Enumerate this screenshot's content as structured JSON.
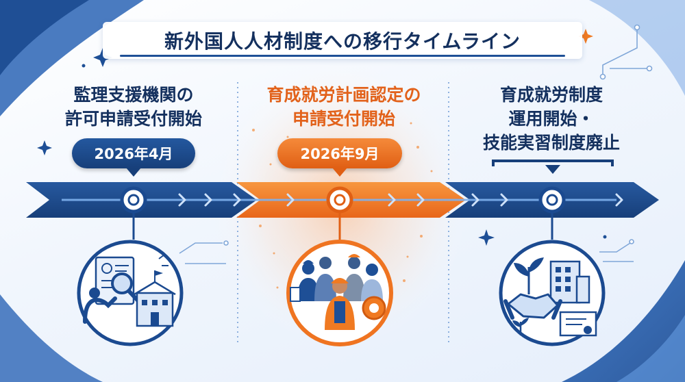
{
  "title": "新外国人人材制度への移行タイムライン",
  "milestones": [
    {
      "heading_lines": [
        "監理支援機関の",
        "許可申請受付開始"
      ],
      "date": "2026年4月",
      "icon": "document-magnifier-building-icon"
    },
    {
      "heading_lines": [
        "育成就労計画認定の",
        "申請受付開始"
      ],
      "date": "2026年9月",
      "icon": "workers-group-award-icon"
    },
    {
      "heading_lines": [
        "育成就労制度",
        "運用開始・",
        "技能実習制度廃止"
      ],
      "date": "",
      "icon": "handshake-growth-certificate-icon"
    }
  ],
  "colors": {
    "navy": "#173f7a",
    "blue": "#24589f",
    "orange": "#f07a22",
    "text": "#14305e",
    "background": "#eef4fc"
  }
}
